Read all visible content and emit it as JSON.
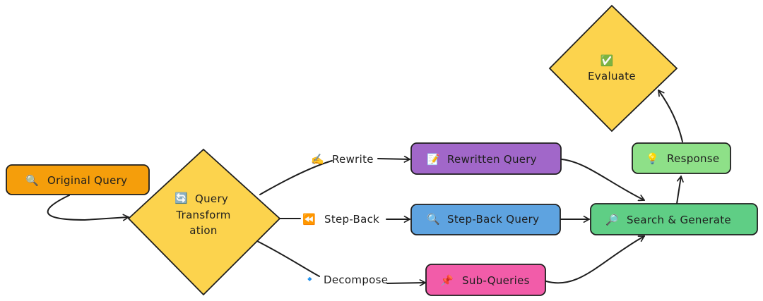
{
  "nodes": {
    "original_query": {
      "label": "Original Query",
      "icon": "magnifier-icon",
      "color": "#f59e0b"
    },
    "query_transformation": {
      "label_lines": [
        "Query",
        "Transform",
        "ation"
      ],
      "icon": "refresh-icon",
      "color": "#fcd34d"
    },
    "rewritten_query": {
      "label": "Rewritten Query",
      "icon": "memo-icon",
      "color": "#a167c9"
    },
    "step_back_query": {
      "label": "Step-Back Query",
      "icon": "magnifier-icon",
      "color": "#5ea3e0"
    },
    "sub_queries": {
      "label": "Sub-Queries",
      "icon": "pushpin-icon",
      "color": "#f25ca9"
    },
    "search_generate": {
      "label": "Search & Generate",
      "icon": "magnifier-right-icon",
      "color": "#5fce85"
    },
    "response": {
      "label": "Response",
      "icon": "lightbulb-icon",
      "color": "#8ee088"
    },
    "evaluate": {
      "label": "Evaluate",
      "icon": "check-mark-icon",
      "color": "#fcd34d"
    }
  },
  "edges": {
    "rewrite": {
      "label": "Rewrite",
      "icon": "writing-hand-icon"
    },
    "step_back": {
      "label": "Step-Back",
      "icon": "rewind-icon"
    },
    "decompose": {
      "label": "Decompose",
      "icon": "small-diamond-icon"
    }
  }
}
